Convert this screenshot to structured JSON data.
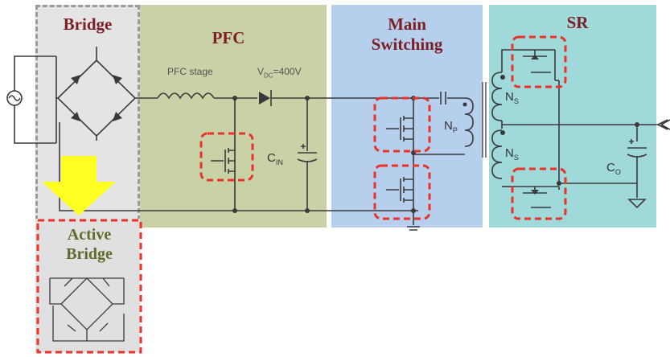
{
  "sections": {
    "bridge": {
      "title": "Bridge"
    },
    "pfc": {
      "title": "PFC",
      "stage_label": "PFC stage",
      "vdc_label": "V",
      "vdc_sub": "DC",
      "vdc_value": "=400V",
      "cin_main": "C",
      "cin_sub": "IN"
    },
    "main": {
      "title_line1": "Main",
      "title_line2": "Switching",
      "np_main": "N",
      "np_sub": "P"
    },
    "sr": {
      "title": "SR",
      "ns_main": "N",
      "ns_sub": "S",
      "co_main": "C",
      "co_sub": "O"
    },
    "active_bridge": {
      "title_line1": "Active",
      "title_line2": "Bridge"
    }
  },
  "colors": {
    "bridge_bg": "#e4e4e4",
    "pfc_bg": "#c9d1a6",
    "main_bg": "#b5cfec",
    "sr_bg": "#9fd9d9",
    "highlight_red": "#e8322a",
    "arrow_yellow": "#ffff22",
    "title_red": "#7b1f24",
    "title_green": "#5f6b2b"
  }
}
